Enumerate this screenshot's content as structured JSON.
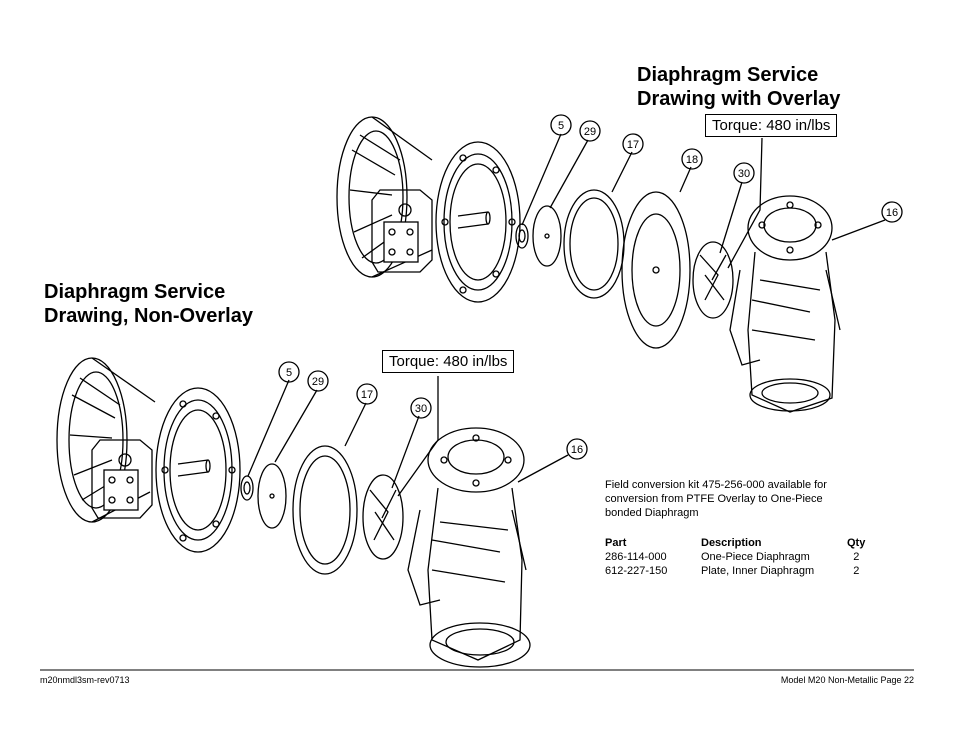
{
  "titles": {
    "overlay_line1": "Diaphragm Service",
    "overlay_line2": "Drawing with Overlay",
    "nonoverlay_line1": "Diaphragm Service",
    "nonoverlay_line2": "Drawing, Non-Overlay"
  },
  "torque_labels": {
    "overlay": "Torque: 480 in/lbs",
    "nonoverlay": "Torque: 480 in/lbs"
  },
  "callouts": {
    "overlay": [
      "5",
      "29",
      "17",
      "18",
      "30",
      "16"
    ],
    "nonoverlay": [
      "5",
      "29",
      "17",
      "30",
      "16"
    ]
  },
  "note": {
    "line1": "Field conversion kit 475-256-000 available for",
    "line2": "conversion from PTFE Overlay to One-Piece",
    "line3": "bonded Diaphragm"
  },
  "parts_table": {
    "headers": [
      "Part",
      "Description",
      "Qty"
    ],
    "rows": [
      [
        "286-114-000",
        "One-Piece Diaphragm",
        "2"
      ],
      [
        "612-227-150",
        "Plate, Inner Diaphragm",
        "2"
      ]
    ]
  },
  "footer": {
    "left": "m20nmdl3sm-rev0713",
    "right": "Model M20 Non-Metallic Page 22"
  }
}
